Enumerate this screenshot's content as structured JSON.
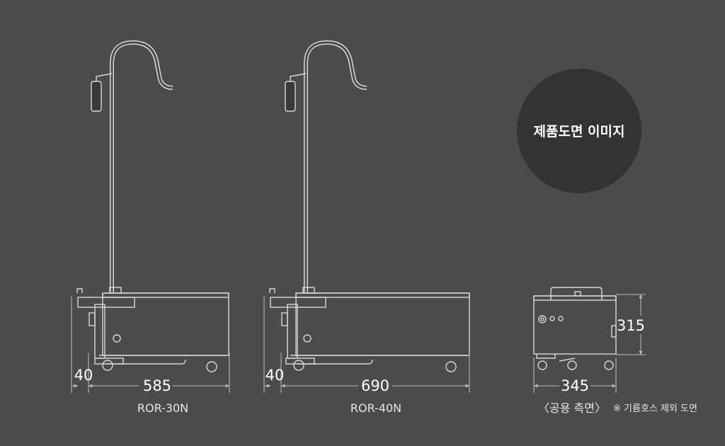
{
  "badge": {
    "label": "제품도면 이미지",
    "color": "#333333"
  },
  "colors": {
    "background": "#4b4b4b",
    "line": "#d8d8d8",
    "dimension": "#bcbcbc",
    "text": "#ffffff"
  },
  "drawings": [
    {
      "model": "ROR-30N",
      "width_dim": "585",
      "side_dim": "40"
    },
    {
      "model": "ROR-40N",
      "width_dim": "690",
      "side_dim": "40"
    },
    {
      "model": "〈공용 측면〉",
      "note": "※ 기름호스 제외 도면",
      "width_dim": "345",
      "height_dim": "315"
    }
  ]
}
